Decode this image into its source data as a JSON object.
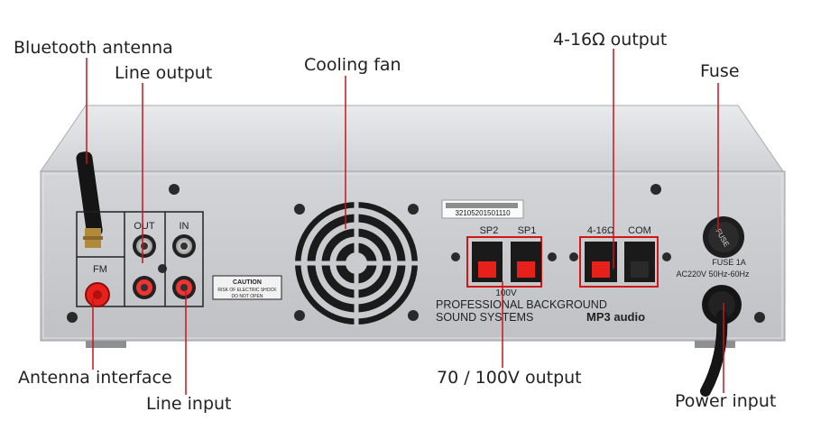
{
  "callouts": {
    "bluetooth_antenna": "Bluetooth antenna",
    "line_output": "Line output",
    "cooling_fan": "Cooling fan",
    "speaker_output_4_16": "4-16Ω output",
    "fuse": "Fuse",
    "antenna_interface": "Antenna interface",
    "line_input": "Line input",
    "output_70_100v": "70 / 100V output",
    "power_input": "Power input"
  },
  "panel": {
    "fm_label": "FM",
    "out_label": "OUT",
    "in_label": "IN",
    "caution_title": "CAUTION",
    "caution_line1": "RISK OF ELECTRIC SHOCK",
    "caution_line2": "DO NOT OPEN",
    "serial_sticker": "32105201501110",
    "sp2_label": "SP2",
    "sp1_label": "SP1",
    "ohm_label": "4-16Ω",
    "com_label": "COM",
    "voltage_label": "100V",
    "brand_line1": "PROFESSIONAL BACKGROUND",
    "brand_line2": "SOUND SYSTEMS",
    "brand_line3": "MP3 audio",
    "fuse_cap_text": "FUSE",
    "fuse_rating": "FUSE 1A",
    "ac_rating": "AC220V 50Hz-60Hz"
  },
  "colors": {
    "leader_line": "#c8141c",
    "panel_silver": "#c9cbcf",
    "terminal_red": "#e8201c",
    "frame_red": "#d01818"
  }
}
